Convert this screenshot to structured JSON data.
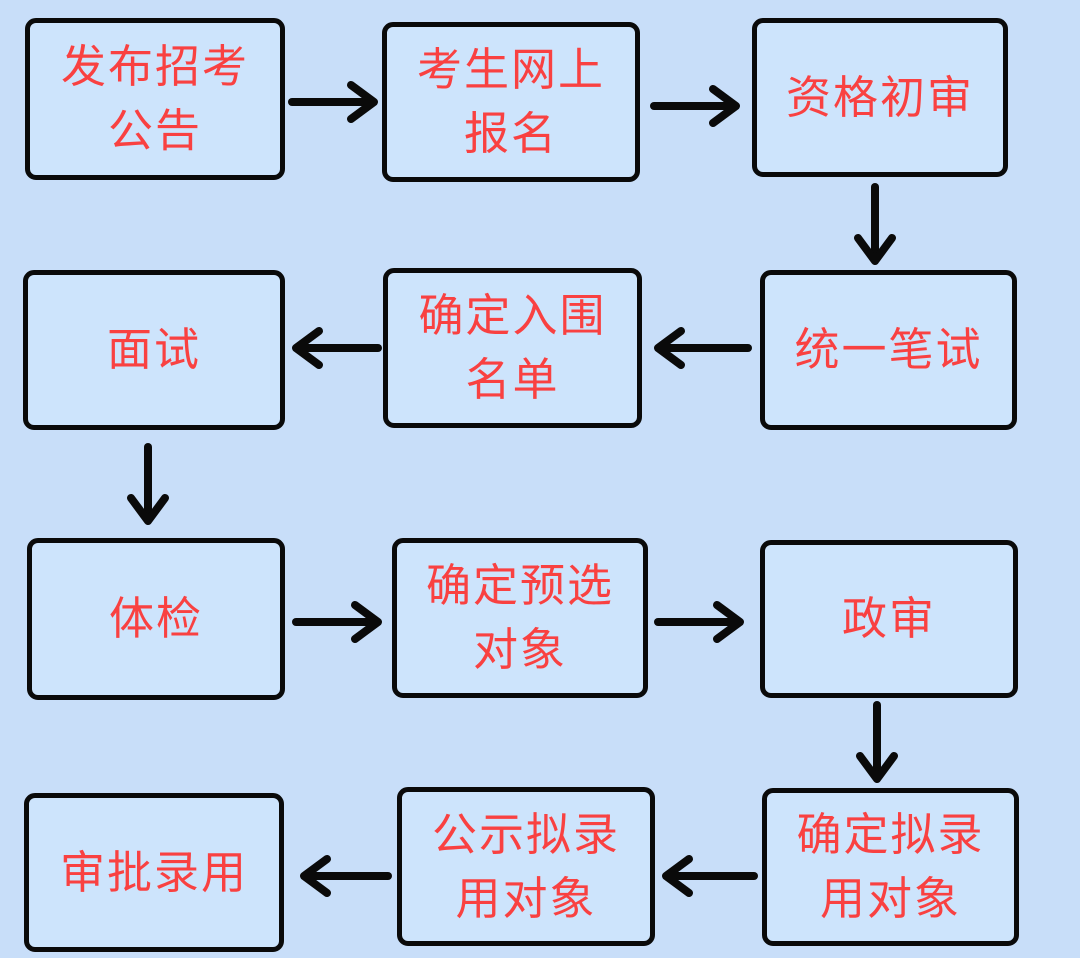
{
  "flowchart": {
    "description": "Recruitment process flowchart (serpentine, 4 rows x 3 columns)",
    "colors": {
      "background": "#c8def9",
      "node_fill": "#cde4fc",
      "node_border": "#0a0a0a",
      "node_text": "#f94141",
      "arrow": "#0a0a0a"
    },
    "nodes": [
      {
        "id": "publish-announcement",
        "label": "发布招考\n公告"
      },
      {
        "id": "online-registration",
        "label": "考生网上\n报名"
      },
      {
        "id": "qualification-initial-review",
        "label": "资格初审"
      },
      {
        "id": "interview",
        "label": "面试"
      },
      {
        "id": "shortlist-determination",
        "label": "确定入围\n名单"
      },
      {
        "id": "unified-written-exam",
        "label": "统一笔试"
      },
      {
        "id": "physical-examination",
        "label": "体检"
      },
      {
        "id": "preselection-determination",
        "label": "确定预选\n对象"
      },
      {
        "id": "political-review",
        "label": "政审"
      },
      {
        "id": "approval-employment",
        "label": "审批录用"
      },
      {
        "id": "publicity-proposed-hires",
        "label": "公示拟录\n用对象"
      },
      {
        "id": "proposed-hires-determination",
        "label": "确定拟录\n用对象"
      }
    ],
    "connections": [
      {
        "from": "publish-announcement",
        "to": "online-registration",
        "direction": "right"
      },
      {
        "from": "online-registration",
        "to": "qualification-initial-review",
        "direction": "right"
      },
      {
        "from": "qualification-initial-review",
        "to": "unified-written-exam",
        "direction": "down"
      },
      {
        "from": "unified-written-exam",
        "to": "shortlist-determination",
        "direction": "left"
      },
      {
        "from": "shortlist-determination",
        "to": "interview",
        "direction": "left"
      },
      {
        "from": "interview",
        "to": "physical-examination",
        "direction": "down"
      },
      {
        "from": "physical-examination",
        "to": "preselection-determination",
        "direction": "right"
      },
      {
        "from": "preselection-determination",
        "to": "political-review",
        "direction": "right"
      },
      {
        "from": "political-review",
        "to": "proposed-hires-determination",
        "direction": "down"
      },
      {
        "from": "proposed-hires-determination",
        "to": "publicity-proposed-hires",
        "direction": "left"
      },
      {
        "from": "publicity-proposed-hires",
        "to": "approval-employment",
        "direction": "left"
      }
    ]
  }
}
